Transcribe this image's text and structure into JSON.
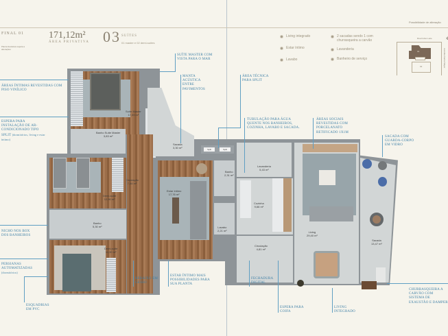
{
  "header": {
    "unit": "FINAL 01",
    "unit_note": "Planta ilustrativa sujeita a alterações",
    "area_value": "171,12m²",
    "area_label": "ÁREA PRIVATIVA",
    "suites_count": "03",
    "suites_label": "SUÍTES",
    "suites_detail": "01 master e 02 demi-suítes",
    "possibility_note": "Possibilidade de alteração"
  },
  "features": {
    "col1": [
      "Living integrado",
      "Estar íntimo",
      "Lavabo"
    ],
    "col2": [
      "2 sacadas sendo 1 com churrasqueira a carvão",
      "Lavanderia",
      "Banheiro de serviço"
    ]
  },
  "key_map": {
    "street_top": "Rua Fulvio Leite",
    "street_side": "Avenida Carlos Mayer",
    "lot_label_1": "01",
    "lot_label_2": "02",
    "compass": "north-compass-icon"
  },
  "callouts": {
    "suite_master": "SUÍTE MASTER COM VISTA PARA O MAR",
    "manta": "MANTA ACÚSTICA ENTRE PAVIMENTOS",
    "area_tecnica": "ÁREA TÉCNICA PARA SPLIT",
    "tubulacao": "TUBULAÇÃO PARA ÁGUA QUENTE NOS BANHEIROS, COZINHA, LAVABO E SACADA.",
    "areas_sociais": "ÁREAS SOCIAIS REVESTIDAS COM PORCELANATO RETIFICADO 1x1m",
    "sacada_vidro": "SACADA COM GUARDA-CORPO EM VIDRO",
    "areas_intimas": "ÁREAS ÍNTIMAS REVESTIDAS COM PISO VINÍLICO",
    "espera_ar": "ESPERA PARA INSTALAÇÃO DE AR-CONDICIONADO TIPO SPLIT",
    "espera_ar_sub": "(dormitórios, living e estar íntimo)",
    "nicho": "NICHO NOS BOX DOS BANHEIROS",
    "persianas": "PERSIANAS AUTOMATIZADAS",
    "persianas_sub": "(dormitórios)",
    "esquadrias": "ESQUADRIAS EM PVC",
    "rebaixo": "REBAIXO EM GESSO",
    "estar_intimo": "ESTAR ÍNTIMO MAIS POSSIBILIDADES PARA SUA PLANTA",
    "fechadura": "FECHADURA DIGITAL",
    "espera_coifa": "ESPERA PARA COIFA",
    "living_integrado": "LIVING INTEGRADO",
    "churrasqueira": "CHURRASQUEIRA A CARVÃO COM SISTEMA DE EXAUSTÃO E DAMPER"
  },
  "rooms": {
    "suite_master": {
      "name": "Suíte Master",
      "area": "17,09 m²"
    },
    "banho_suite_master": {
      "name": "Banho Suíte Master",
      "area": "3,83 m²"
    },
    "sacada_1": {
      "name": "Sacada",
      "area": "3,30 m²"
    },
    "circulacao_1": {
      "name": "Circulação",
      "area": "7,44 m²"
    },
    "demi_suite_1": {
      "name": "Demi-suíte",
      "area": "12,90 m²"
    },
    "banho": {
      "name": "Banho",
      "area": "5,30 m²"
    },
    "demi_suite_2": {
      "name": "Demi-suíte",
      "area": "11,30 m²"
    },
    "estar_intimo": {
      "name": "Estar íntimo",
      "area": "17,76 m²"
    },
    "banho_servico": {
      "name": "Banho",
      "area": "2,31 m²"
    },
    "lavabo": {
      "name": "Lavabo",
      "area": "2,21 m²"
    },
    "lavanderia": {
      "name": "Lavanderia",
      "area": "5,43 m²"
    },
    "cozinha": {
      "name": "Cozinha",
      "area": "9,66 m²"
    },
    "circulacao_2": {
      "name": "Circulação",
      "area": "4,81 m²"
    },
    "living": {
      "name": "Living",
      "area": "29,40 m²"
    },
    "sacada_2": {
      "name": "Sacada",
      "area": "13,47 m²"
    },
    "split_1": "Split",
    "split_2": "Split"
  }
}
